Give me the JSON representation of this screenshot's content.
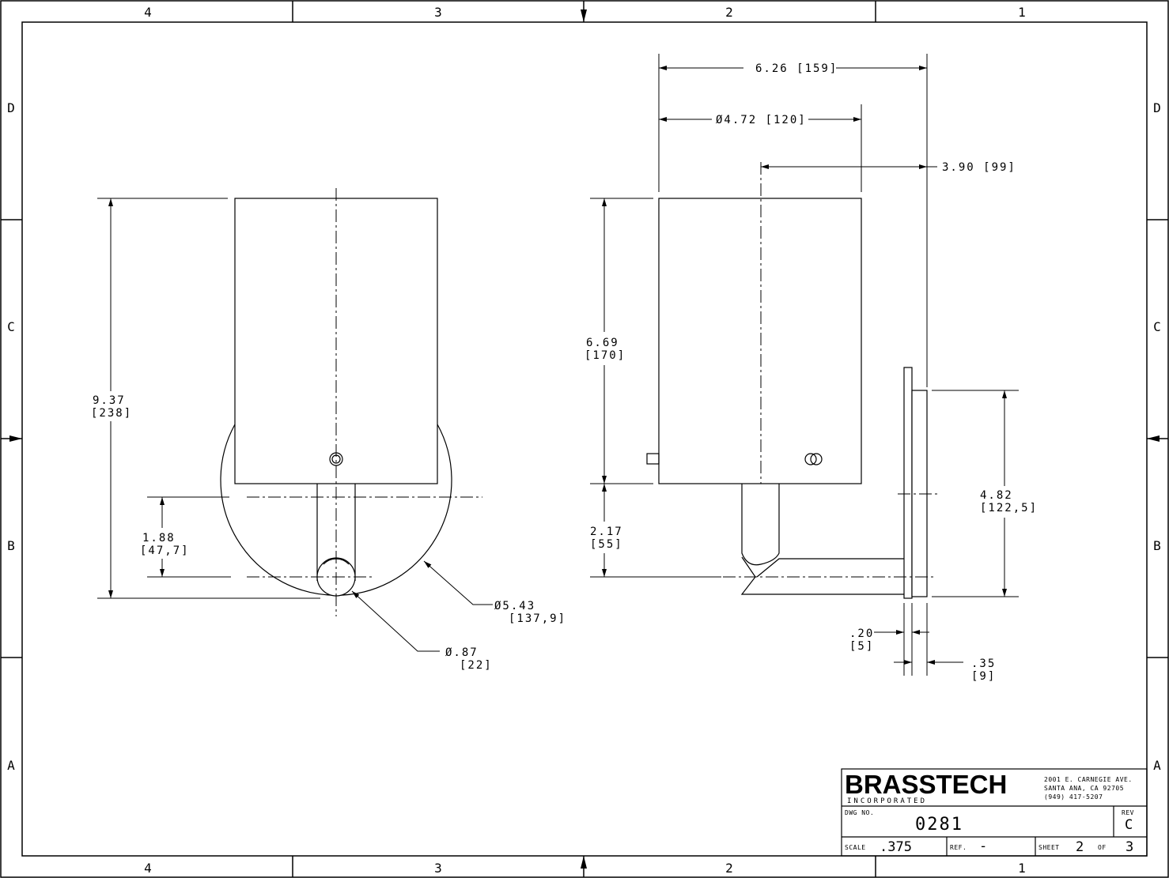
{
  "border": {
    "columns": [
      "4",
      "3",
      "2",
      "1"
    ],
    "rows": [
      "D",
      "C",
      "B",
      "A"
    ]
  },
  "dimensions": {
    "width_overall": "6.26 [159]",
    "diameter_shade": "Ø4.72 [120]",
    "projection": "3.90 [99]",
    "height_overall_in": "9.37",
    "height_overall_mm": "[238]",
    "height_shade_in": "6.69",
    "height_shade_mm": "[170]",
    "arm_offset_in": "1.88",
    "arm_offset_mm": "[47,7]",
    "arm_drop_in": "2.17",
    "arm_drop_mm": "[55]",
    "backplate_in": "4.82",
    "backplate_mm": "[122,5]",
    "backplate_dia_in": "Ø5.43",
    "backplate_dia_mm": "[137,9]",
    "arm_dia_in": "Ø.87",
    "arm_dia_mm": "[22]",
    "plate_thk_in": ".20",
    "plate_thk_mm": "[5]",
    "depth_in": ".35",
    "depth_mm": "[9]"
  },
  "title_block": {
    "company": "BRASSTECH",
    "company_sub": "INCORPORATED",
    "address_1": "2001 E. CARNEGIE AVE.",
    "address_2": "SANTA ANA, CA 92705",
    "phone": "(949) 417-5207",
    "dwg_no_label": "DWG NO.",
    "dwg_no": "0281",
    "rev_label": "REV",
    "rev": "C",
    "scale_label": "SCALE",
    "scale": ".375",
    "ref_label": "REF.",
    "ref": "-",
    "sheet_label": "SHEET",
    "sheet": "2",
    "of_label": "OF",
    "sheet_total": "3"
  }
}
